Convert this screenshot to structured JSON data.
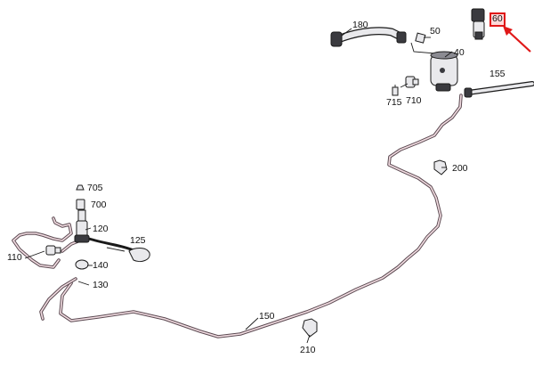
{
  "parts": [
    {
      "key": "p180",
      "label": "180"
    },
    {
      "key": "p50",
      "label": "50"
    },
    {
      "key": "p60",
      "label": "60",
      "highlighted": true
    },
    {
      "key": "p40",
      "label": "40"
    },
    {
      "key": "p155",
      "label": "155"
    },
    {
      "key": "p715",
      "label": "715"
    },
    {
      "key": "p710",
      "label": "710"
    },
    {
      "key": "p200",
      "label": "200"
    },
    {
      "key": "p705",
      "label": "705"
    },
    {
      "key": "p700",
      "label": "700"
    },
    {
      "key": "p120",
      "label": "120"
    },
    {
      "key": "p125",
      "label": "125"
    },
    {
      "key": "p110",
      "label": "110"
    },
    {
      "key": "p140",
      "label": "140"
    },
    {
      "key": "p130",
      "label": "130"
    },
    {
      "key": "p150",
      "label": "150"
    },
    {
      "key": "p210",
      "label": "210"
    }
  ],
  "colors": {
    "tube": "#5c4a52",
    "highlight_border": "#e01818",
    "arrow": "#e01818"
  },
  "arrow_target": "60"
}
